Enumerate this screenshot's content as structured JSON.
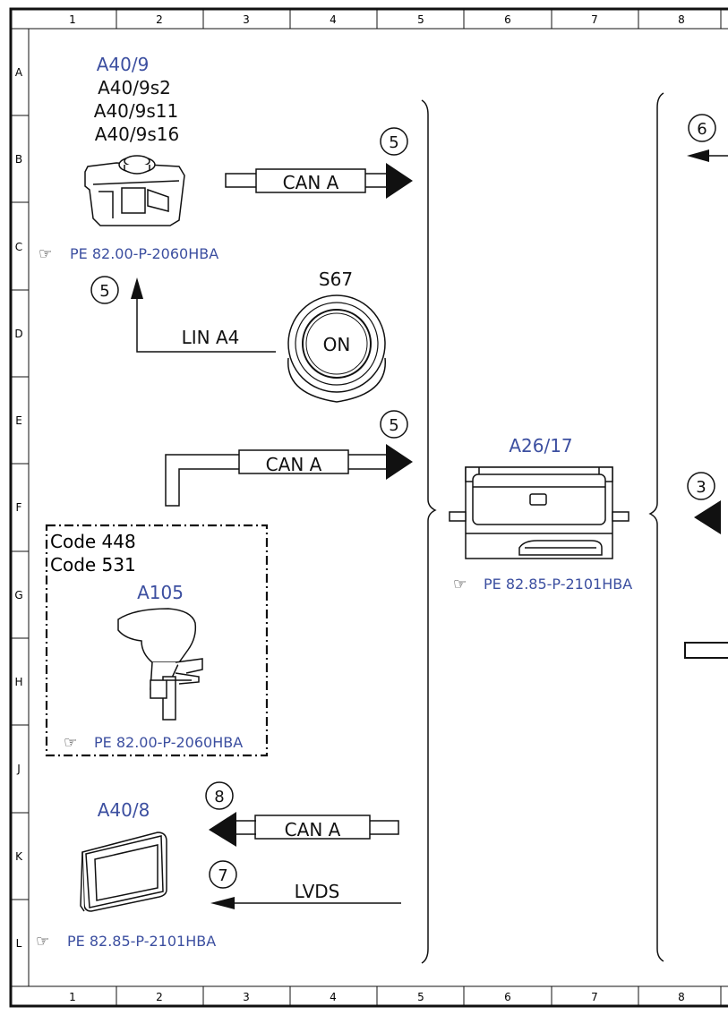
{
  "grid": {
    "columns": [
      "1",
      "2",
      "3",
      "4",
      "5",
      "6",
      "7",
      "8"
    ],
    "rows": [
      "A",
      "B",
      "C",
      "D",
      "E",
      "F",
      "G",
      "H",
      "J",
      "K",
      "L"
    ]
  },
  "components": {
    "a40_9": {
      "id": "A40/9",
      "subs": [
        "A40/9s2",
        "A40/9s11",
        "A40/9s16"
      ],
      "ref": "PE 82.00-P-2060HBA"
    },
    "s67": {
      "id": "S67",
      "button_text": "ON"
    },
    "a26_17": {
      "id": "A26/17",
      "ref": "PE 82.85-P-2101HBA"
    },
    "a105": {
      "codes": [
        "Code 448",
        "Code 531"
      ],
      "id": "A105",
      "ref": "PE 82.00-P-2060HBA"
    },
    "a40_8": {
      "id": "A40/8",
      "ref": "PE 82.85-P-2101HBA"
    }
  },
  "connections": {
    "can_top": {
      "label": "CAN A",
      "target": "5"
    },
    "lin": {
      "label": "LIN A4",
      "target": "5"
    },
    "can_mid": {
      "label": "CAN A",
      "target": "5"
    },
    "can_bottom": {
      "label": "CAN A",
      "target": "8"
    },
    "lvds": {
      "label": "LVDS",
      "target": "7"
    },
    "right_top": {
      "target": "6"
    },
    "right_mid": {
      "target": "3"
    }
  },
  "colors": {
    "link_blue": "#3c4fa0",
    "line": "#111111"
  }
}
